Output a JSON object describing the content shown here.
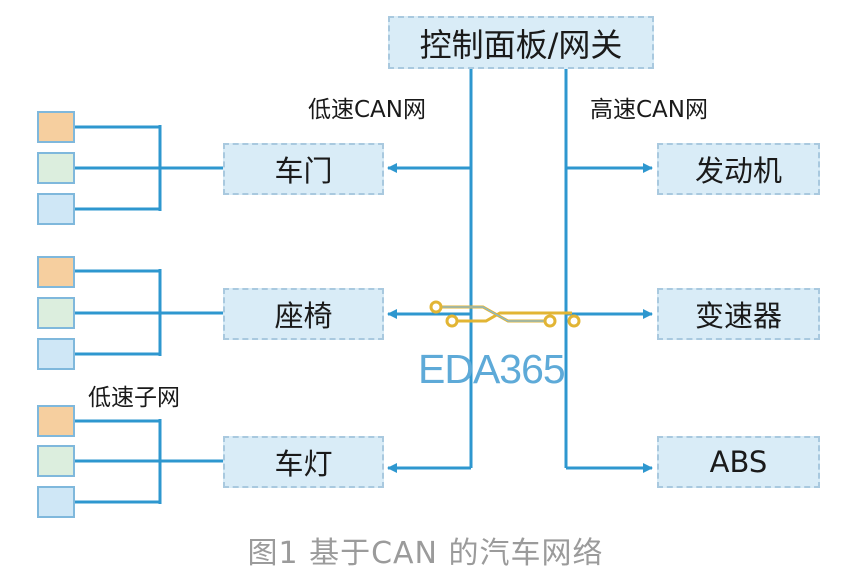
{
  "nodes": {
    "gateway": "控制面板/网关",
    "door": "车门",
    "seat": "座椅",
    "light": "车灯",
    "engine": "发动机",
    "transmission": "变速器",
    "abs": "ABS"
  },
  "labels": {
    "low_speed_can": "低速CAN网",
    "high_speed_can": "高速CAN网",
    "low_speed_subnet": "低速子网"
  },
  "watermark": "EDA365",
  "caption": "图1 基于CAN 的汽车网络",
  "colors": {
    "line": "#2e97cf",
    "node_fill": "#d9ecf7",
    "node_border": "#a9c9df",
    "square_orange": "#f6cf9f",
    "square_green": "#dceede",
    "square_blue": "#cfe7f6",
    "logo_gold": "#e2b534",
    "caption": "#9b9b9b"
  }
}
